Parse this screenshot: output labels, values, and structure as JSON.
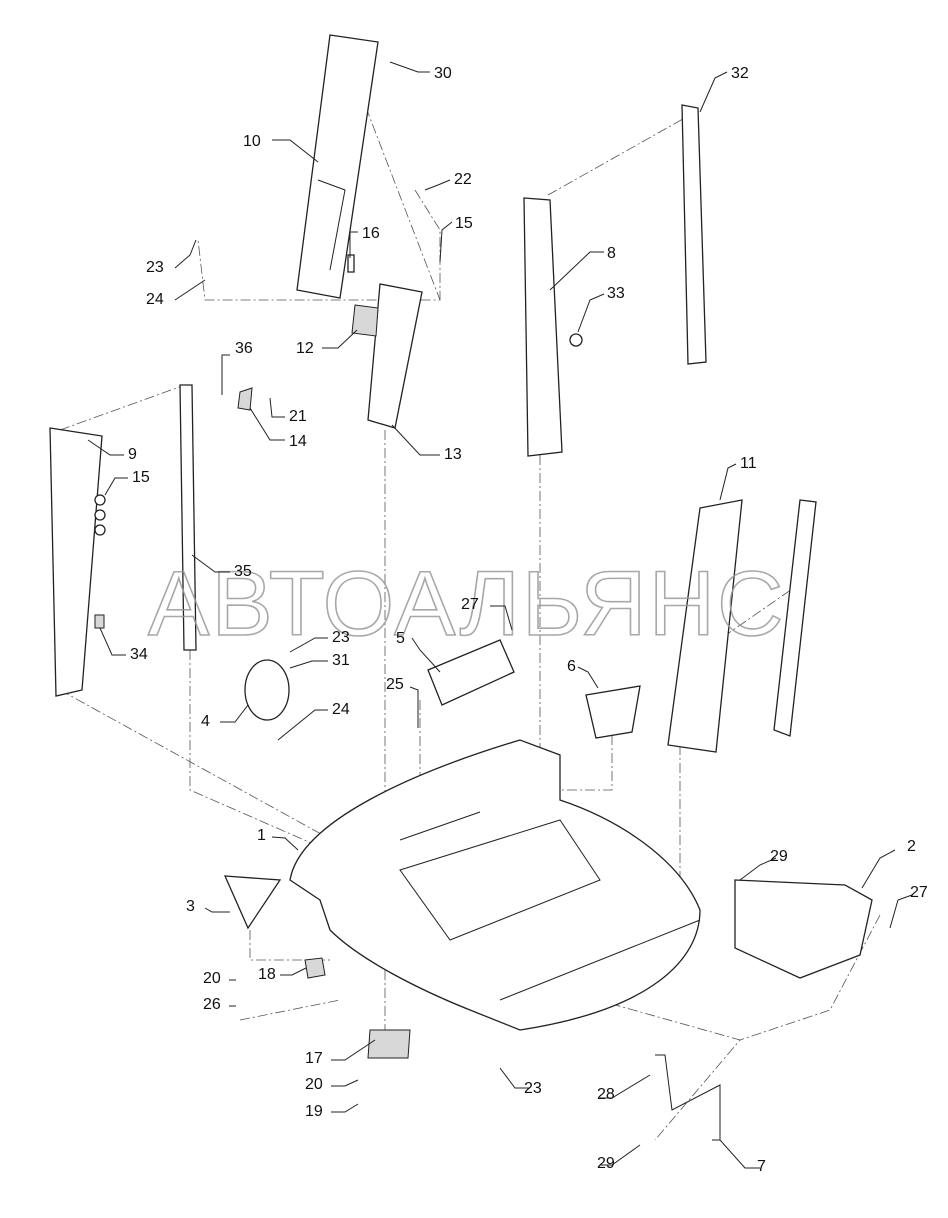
{
  "watermark": "АВТОАЛЬЯНС",
  "callouts": [
    {
      "label": "30"
    },
    {
      "label": "10"
    },
    {
      "label": "22"
    },
    {
      "label": "32"
    },
    {
      "label": "16"
    },
    {
      "label": "15"
    },
    {
      "label": "23"
    },
    {
      "label": "24"
    },
    {
      "label": "8"
    },
    {
      "label": "33"
    },
    {
      "label": "12"
    },
    {
      "label": "36"
    },
    {
      "label": "21"
    },
    {
      "label": "14"
    },
    {
      "label": "13"
    },
    {
      "label": "9"
    },
    {
      "label": "15"
    },
    {
      "label": "11"
    },
    {
      "label": "35"
    },
    {
      "label": "27"
    },
    {
      "label": "34"
    },
    {
      "label": "23"
    },
    {
      "label": "31"
    },
    {
      "label": "5"
    },
    {
      "label": "25"
    },
    {
      "label": "6"
    },
    {
      "label": "4"
    },
    {
      "label": "24"
    },
    {
      "label": "1"
    },
    {
      "label": "29"
    },
    {
      "label": "2"
    },
    {
      "label": "3"
    },
    {
      "label": "27"
    },
    {
      "label": "18"
    },
    {
      "label": "20"
    },
    {
      "label": "26"
    },
    {
      "label": "17"
    },
    {
      "label": "20"
    },
    {
      "label": "23"
    },
    {
      "label": "28"
    },
    {
      "label": "19"
    },
    {
      "label": "29"
    },
    {
      "label": "7"
    }
  ]
}
